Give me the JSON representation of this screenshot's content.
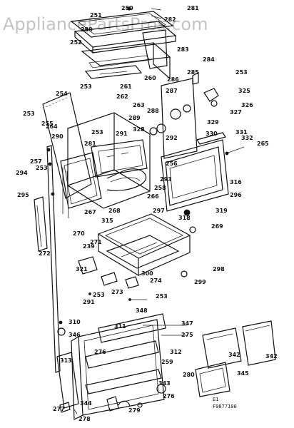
{
  "watermark": "AppliancePartsPros.com",
  "code_line1": "E1",
  "code_line2": "F9877100",
  "labels": [
    "250",
    "281",
    "251",
    "280",
    "282",
    "252",
    "283",
    "284",
    "285",
    "253",
    "260",
    "261",
    "253",
    "254",
    "287",
    "286",
    "325",
    "326",
    "327",
    "262",
    "263",
    "289",
    "288",
    "255",
    "253",
    "264",
    "253",
    "290",
    "328",
    "329",
    "330",
    "331",
    "332",
    "265",
    "281",
    "291",
    "292",
    "256",
    "257",
    "253",
    "294",
    "293",
    "258",
    "295",
    "266",
    "268",
    "267",
    "315",
    "316",
    "296",
    "297",
    "318",
    "319",
    "269",
    "270",
    "271",
    "239",
    "272",
    "321",
    "298",
    "299",
    "300",
    "274",
    "273",
    "253",
    "291",
    "253",
    "348",
    "310",
    "347",
    "346",
    "311",
    "275",
    "276",
    "312",
    "259",
    "313",
    "280",
    "343",
    "342",
    "342",
    "345",
    "276",
    "344",
    "277",
    "278",
    "279"
  ]
}
